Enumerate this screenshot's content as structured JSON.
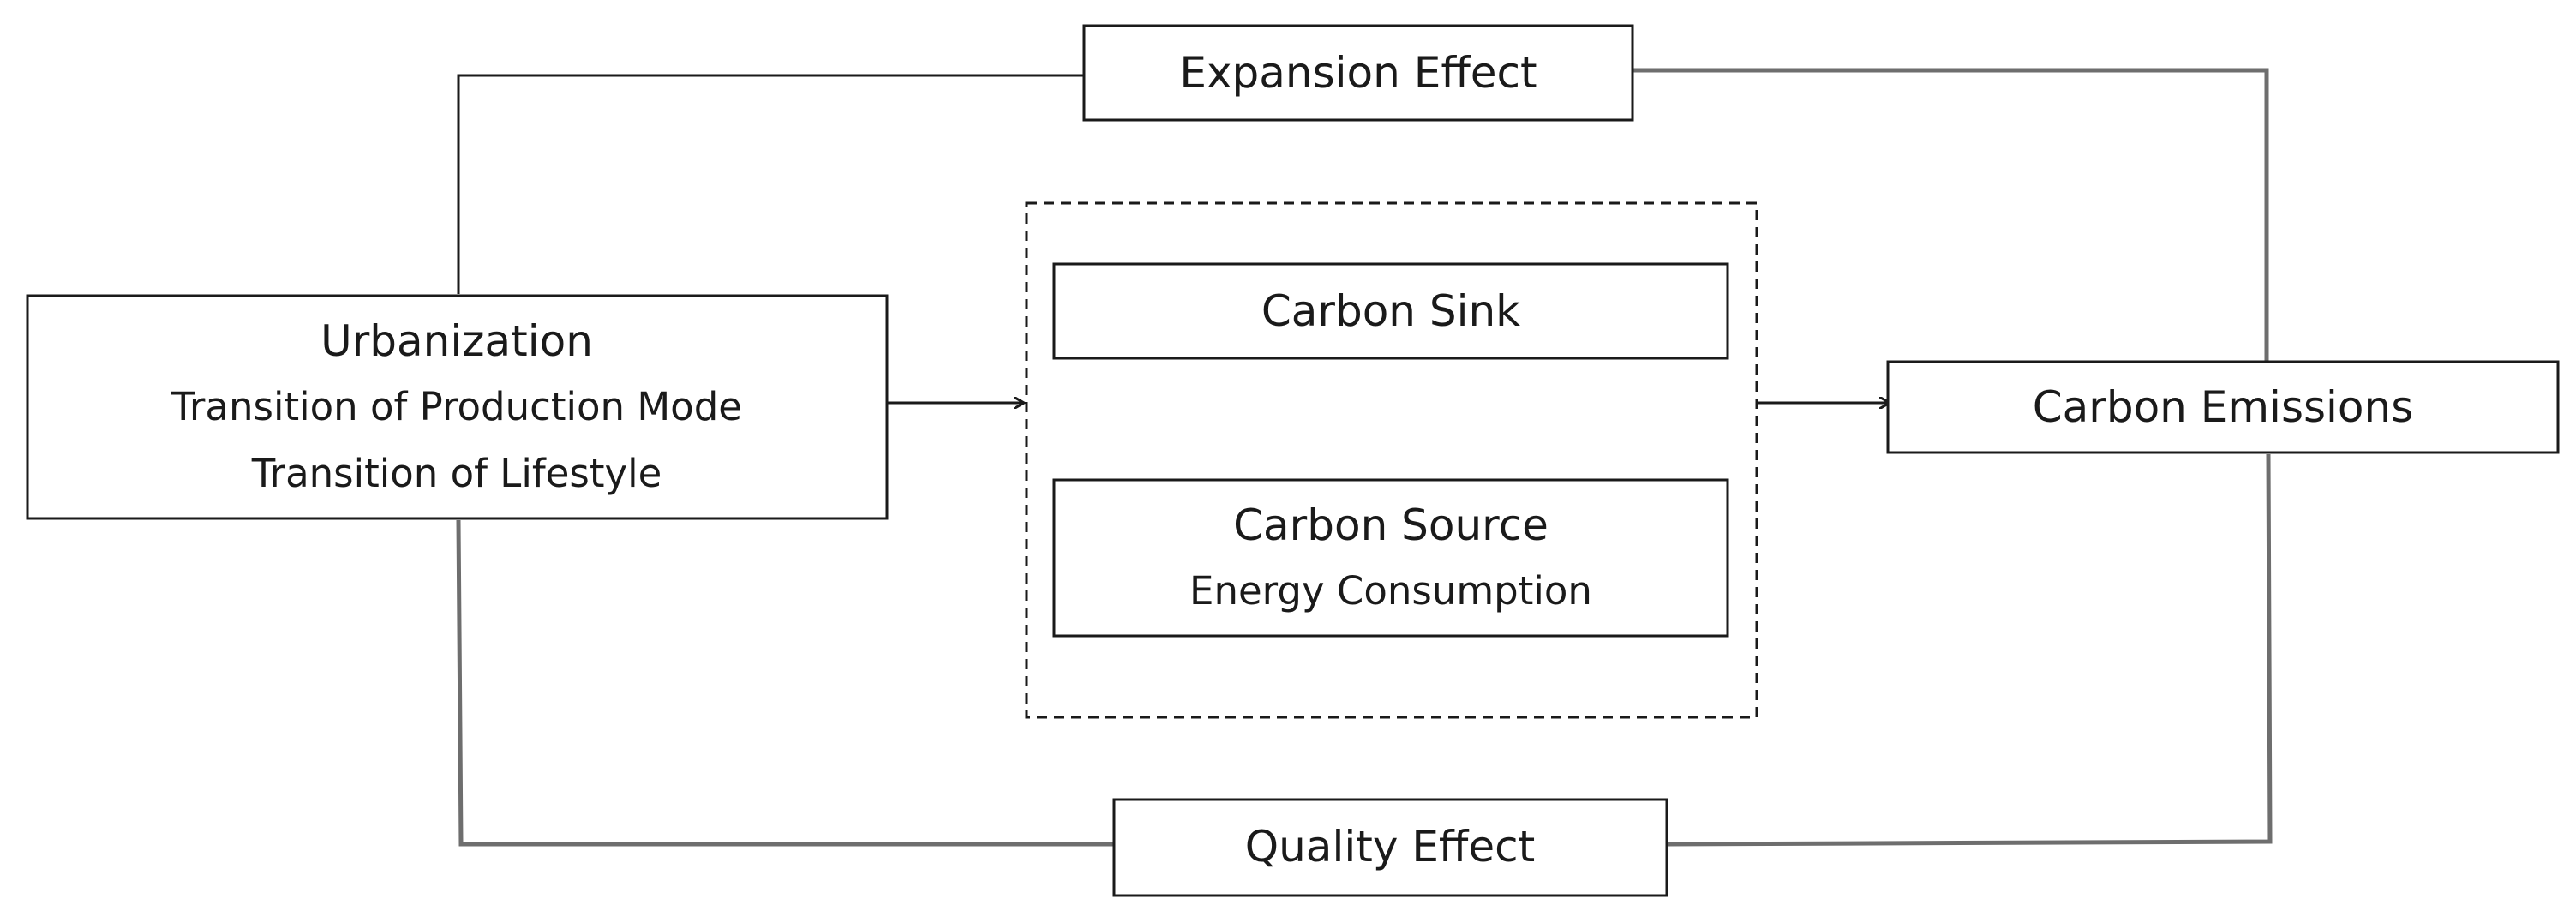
{
  "diagram": {
    "urbanization": {
      "title": "Urbanization",
      "line1": "Transition of Production Mode",
      "line2": "Transition of Lifestyle"
    },
    "expansion_effect": "Expansion Effect",
    "quality_effect": "Quality Effect",
    "carbon_sink": "Carbon Sink",
    "carbon_source": {
      "title": "Carbon Source",
      "sub": "Energy Consumption"
    },
    "carbon_emissions": "Carbon Emissions"
  }
}
